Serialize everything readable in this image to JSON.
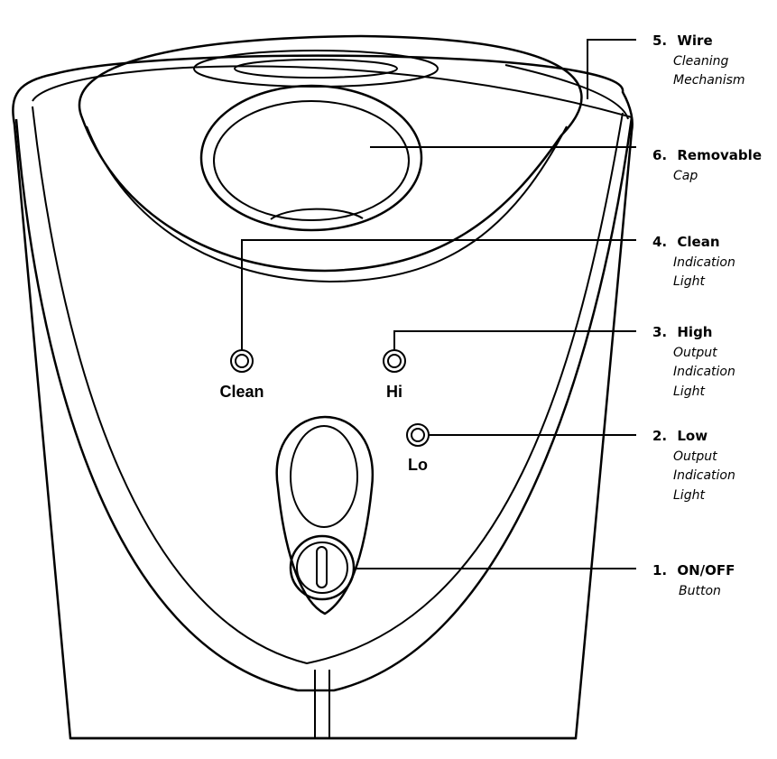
{
  "panel_labels": {
    "clean": "Clean",
    "hi": "Hi",
    "lo": "Lo"
  },
  "callouts": [
    {
      "id": "wire",
      "number": "5.",
      "title": "Wire",
      "lines": [
        "Cleaning",
        "Mechanism"
      ]
    },
    {
      "id": "cap",
      "number": "6.",
      "title": "Removable",
      "lines": [
        "Cap"
      ]
    },
    {
      "id": "clean",
      "number": "4.",
      "title": "Clean",
      "lines": [
        "Indication",
        "Light"
      ]
    },
    {
      "id": "high",
      "number": "3.",
      "title": "High",
      "lines": [
        "Output",
        "Indication",
        "Light"
      ]
    },
    {
      "id": "low",
      "number": "2.",
      "title": "Low",
      "lines": [
        "Output",
        "Indication",
        "Light"
      ]
    },
    {
      "id": "onoff",
      "number": "1.",
      "title": "ON/OFF",
      "lines": [
        "Button"
      ]
    }
  ]
}
